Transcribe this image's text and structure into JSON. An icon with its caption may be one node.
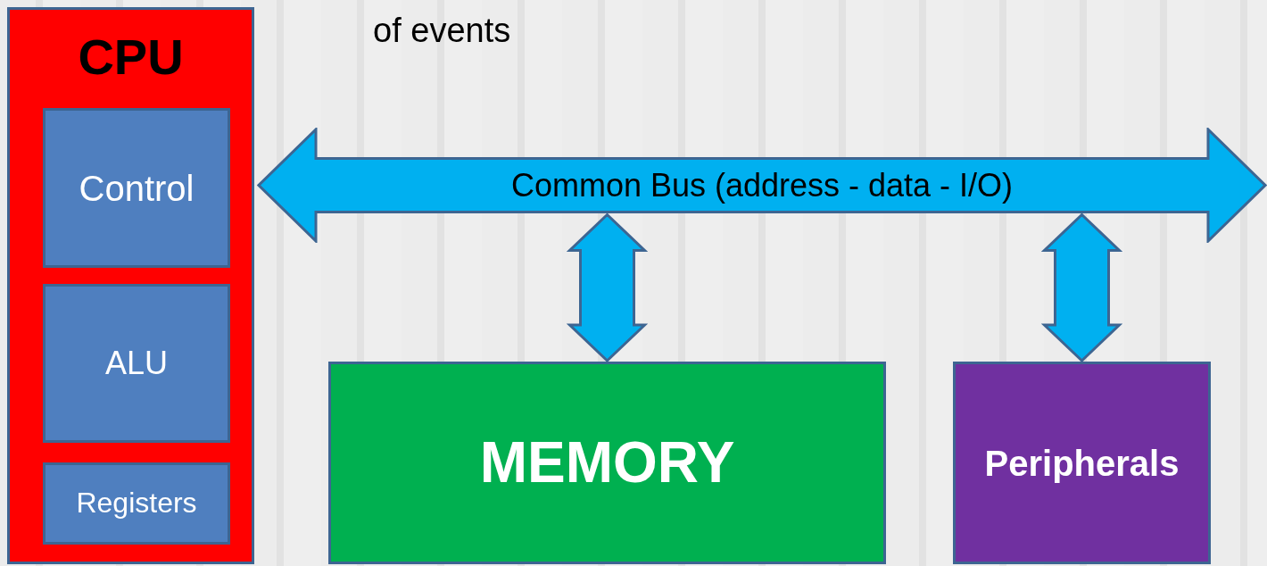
{
  "diagram": {
    "nodes": [
      {
        "text": [
          "CPU"
        ]
      },
      {
        "text": [
          "Control"
        ],
        "in": 0
      },
      {
        "text": [
          "ALU"
        ],
        "in": 0
      },
      {
        "text": [
          "Registers"
        ],
        "in": 0
      },
      {
        "text": [
          "Common Bus (address - data - I/O)"
        ]
      },
      {
        "text": [
          "MEMORY"
        ]
      },
      {
        "text": [
          "Peripherals"
        ]
      }
    ],
    "edges": [
      {
        "from": 5,
        "to": 4,
        "arrow": "both"
      },
      {
        "from": 6,
        "to": 4,
        "arrow": "both"
      }
    ],
    "labels": [
      "of events"
    ]
  }
}
